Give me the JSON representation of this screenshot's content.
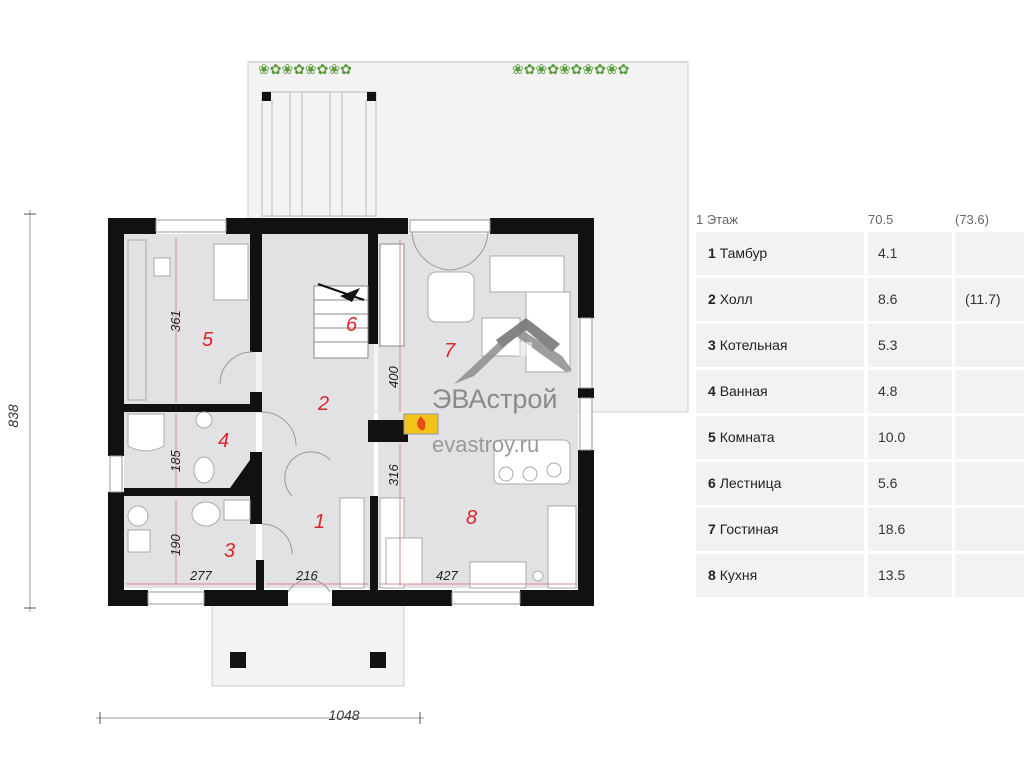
{
  "plan": {
    "dimensions": {
      "total_height": "838",
      "total_width": "1048",
      "d_361": "361",
      "d_185": "185",
      "d_190": "190",
      "d_400": "400",
      "d_316": "316",
      "d_277": "277",
      "d_216": "216",
      "d_427": "427"
    },
    "room_numbers": [
      "1",
      "2",
      "3",
      "4",
      "5",
      "6",
      "7",
      "8"
    ],
    "watermark": {
      "brand": "ЭВАстрой",
      "site": "evastroy.ru"
    },
    "colors": {
      "wall": "#111111",
      "floor": "#e2e2e4",
      "room_number": "#d8262c",
      "fireplace": "#f2c318"
    }
  },
  "table": {
    "header": {
      "label": "1 Этаж",
      "area": "70.5",
      "alt": "(73.6)"
    },
    "rows": [
      {
        "num": "1",
        "name": "Тамбур",
        "area": "4.1",
        "alt": ""
      },
      {
        "num": "2",
        "name": "Холл",
        "area": "8.6",
        "alt": "(11.7)"
      },
      {
        "num": "3",
        "name": "Котельная",
        "area": "5.3",
        "alt": ""
      },
      {
        "num": "4",
        "name": "Ванная",
        "area": "4.8",
        "alt": ""
      },
      {
        "num": "5",
        "name": "Комната",
        "area": "10.0",
        "alt": ""
      },
      {
        "num": "6",
        "name": "Лестница",
        "area": "5.6",
        "alt": ""
      },
      {
        "num": "7",
        "name": "Гостиная",
        "area": "18.6",
        "alt": ""
      },
      {
        "num": "8",
        "name": "Кухня",
        "area": "13.5",
        "alt": ""
      }
    ]
  }
}
